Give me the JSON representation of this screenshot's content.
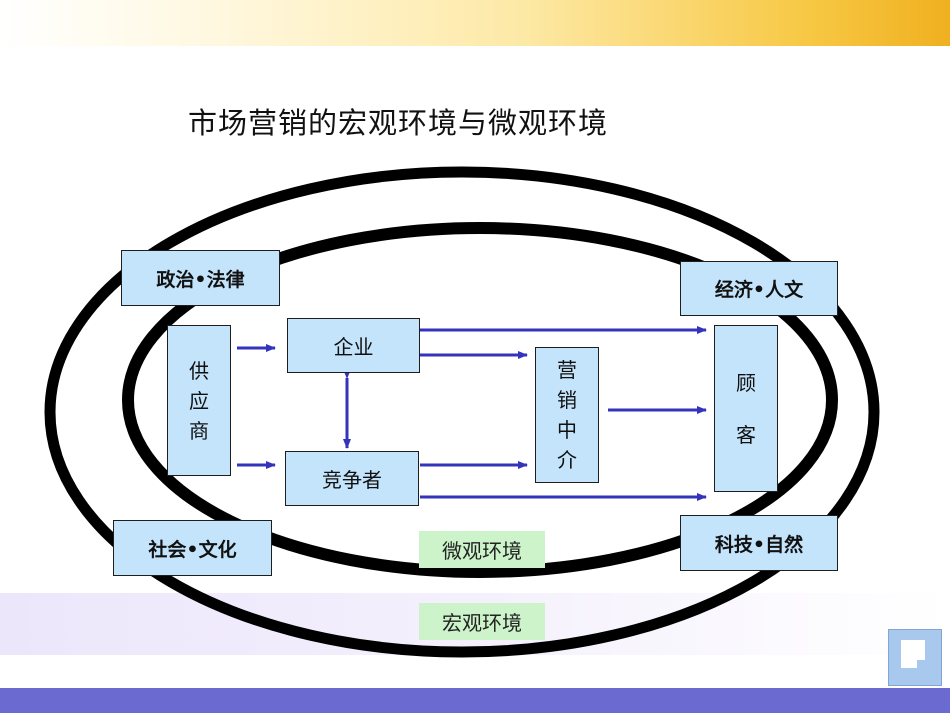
{
  "title": "市场营销的宏观环境与微观环境",
  "macro_factors": {
    "political_legal": "政治•法律",
    "economic_cultural": "经济•人文",
    "social_cultural": "社会•文化",
    "tech_natural": "科技•自然"
  },
  "actors": {
    "supplier": [
      "供",
      "应",
      "商"
    ],
    "enterprise": "企业",
    "competitor": "竞争者",
    "intermediary": [
      "营",
      "销",
      "中",
      "介"
    ],
    "customer": [
      "顾",
      "客"
    ]
  },
  "environment_labels": {
    "micro": "微观环境",
    "macro": "宏观环境"
  },
  "colors": {
    "box_fill": "#c3e4fb",
    "arrow": "#3333bb",
    "ring": "#000000",
    "label_fill": "#ccf3c9",
    "top_bar_accent": "#f0b020",
    "bottom_bar": "#6a6ad0"
  }
}
